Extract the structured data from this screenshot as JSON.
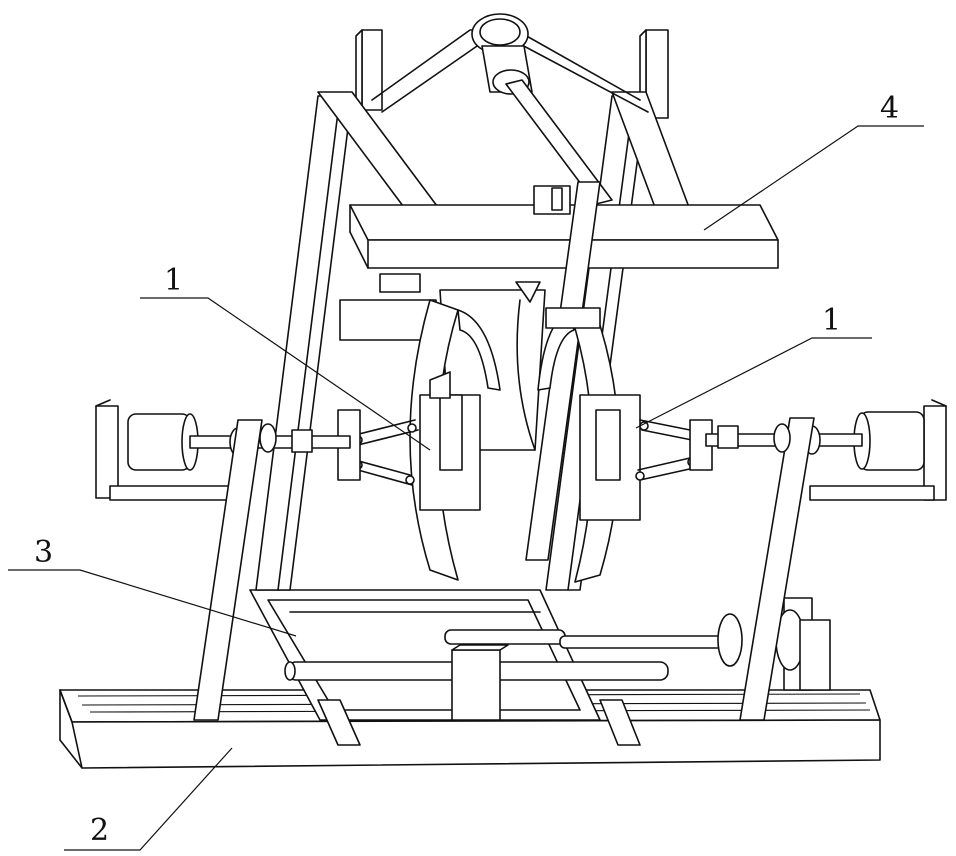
{
  "figure": {
    "callouts": [
      {
        "id": "callout-1-left",
        "label": "1"
      },
      {
        "id": "callout-1-right",
        "label": "1"
      },
      {
        "id": "callout-2",
        "label": "2"
      },
      {
        "id": "callout-3",
        "label": "3"
      },
      {
        "id": "callout-4",
        "label": "4"
      }
    ]
  }
}
